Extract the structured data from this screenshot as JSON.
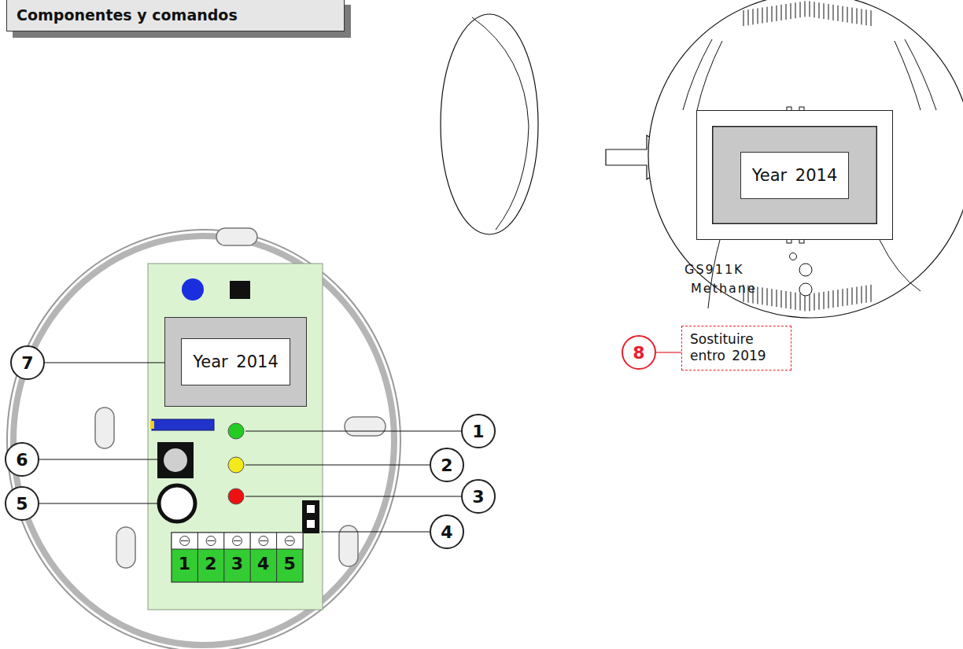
{
  "diagram": {
    "title": "Componentes y comandos",
    "nodes": [
      {
        "text": [
          "Year 2014"
        ]
      },
      {
        "text": [
          "7"
        ]
      },
      {
        "text": [
          "1"
        ]
      },
      {
        "text": [
          "6"
        ]
      },
      {
        "text": [
          "2"
        ]
      },
      {
        "text": [
          "5"
        ]
      },
      {
        "text": [
          "3"
        ]
      },
      {
        "text": [
          "4"
        ]
      },
      {
        "text": [
          "Year 2014"
        ]
      },
      {
        "text": [
          "8"
        ]
      },
      {
        "text": [
          "Sostituire entro 2019"
        ]
      }
    ],
    "edges": [
      {
        "from": 1,
        "to": 0,
        "arrow": "none"
      },
      {
        "from": 9,
        "to": 10,
        "arrow": "none"
      }
    ],
    "labels": [
      "GS911K",
      "Methane",
      "1",
      "2",
      "3",
      "4",
      "5"
    ]
  }
}
